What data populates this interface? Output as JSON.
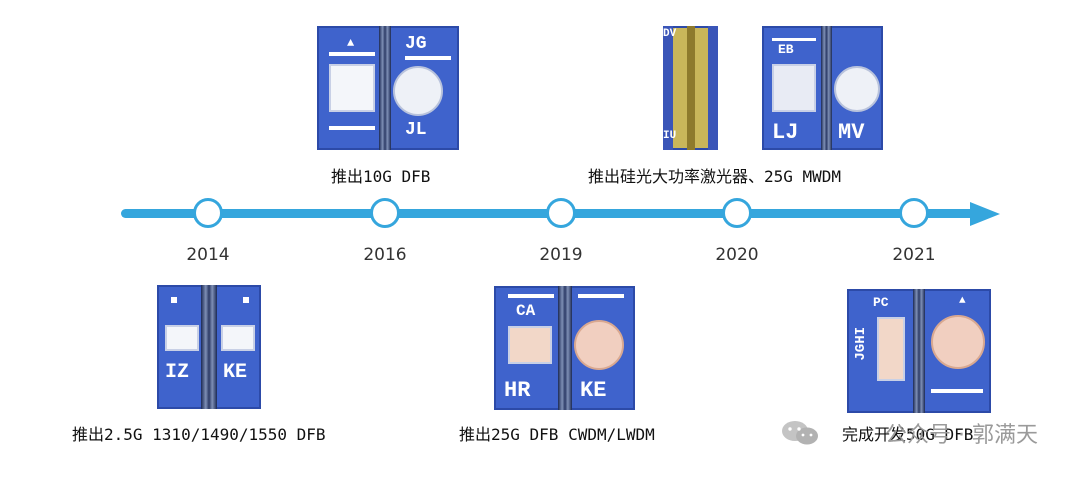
{
  "timeline": {
    "years": [
      "2014",
      "2016",
      "2019",
      "2020",
      "2021"
    ]
  },
  "captions": {
    "y2014": "推出2.5G 1310/1490/1550 DFB",
    "y2016": "推出10G DFB",
    "y2019": "推出25G DFB CWDM/LWDM",
    "y2020": "推出硅光大功率激光器、25G MWDM",
    "y2021": "完成开发50G DFB"
  },
  "chips": {
    "c2016": {
      "top_right": "JG",
      "bottom_right": "JL",
      "top_left": "▲"
    },
    "c2014": {
      "left": "IZ",
      "right": "KE"
    },
    "c2019": {
      "top_left": "CA",
      "bottom_left": "HR",
      "bottom_right": "KE"
    },
    "c2020a": {
      "top": "DV",
      "bottom": "IU"
    },
    "c2020b": {
      "top_left": "EB",
      "bottom_left": "LJ",
      "bottom_right": "MV"
    },
    "c2021": {
      "top_left": "PC",
      "side": "JGHI",
      "top_right": "▲"
    }
  },
  "watermark": {
    "text": "公众号 · 郭满天"
  },
  "colors": {
    "axis": "#35a6dd",
    "chip": "#3f63cc"
  }
}
